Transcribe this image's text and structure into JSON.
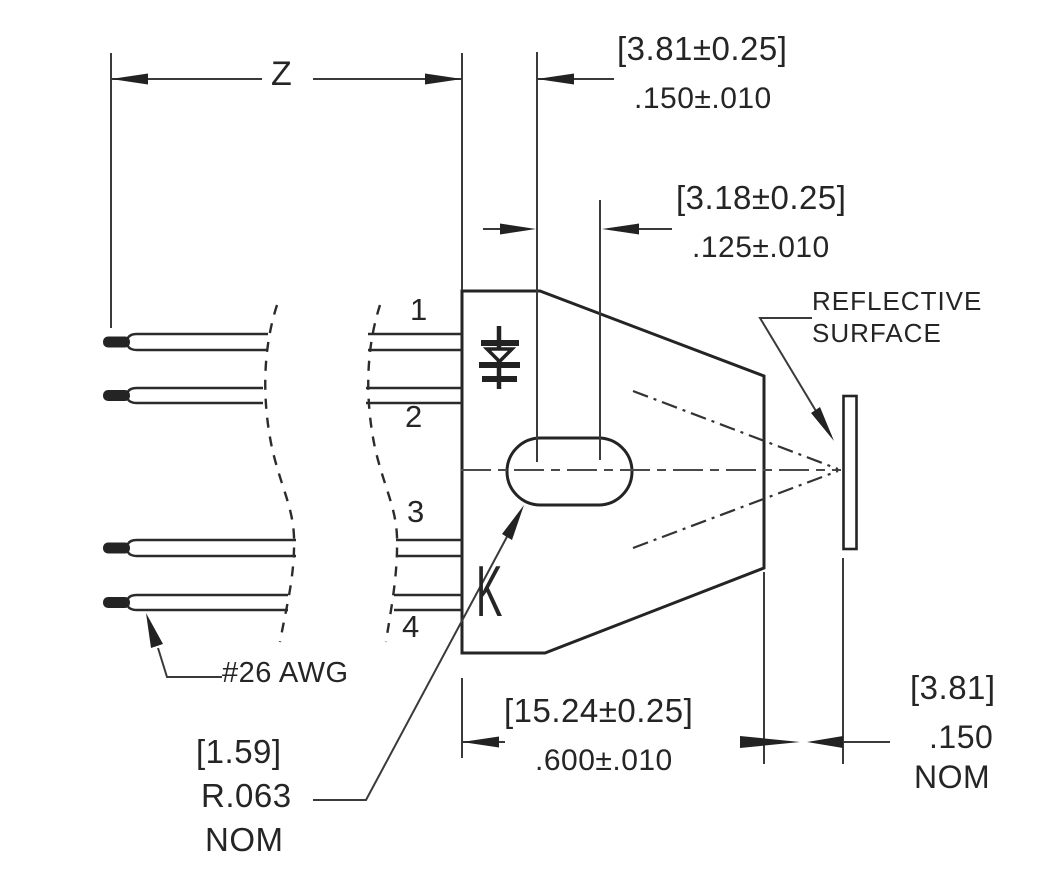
{
  "dimensions": {
    "z": {
      "label": "Z"
    },
    "lead_offset": {
      "metric": "[3.81±0.25]",
      "inch": ".150±.010"
    },
    "window_offset": {
      "metric": "[3.18±0.25]",
      "inch": ".125±.010"
    },
    "body_length": {
      "metric": "[15.24±0.25]",
      "inch": ".600±.010"
    },
    "focal_distance": {
      "metric": "[3.81]",
      "inch": ".150",
      "qualifier": "NOM"
    },
    "lens_radius": {
      "metric": "[1.59]",
      "inch": "R.063",
      "qualifier": "NOM"
    }
  },
  "labels": {
    "reflective_surface_line1": "REFLECTIVE",
    "reflective_surface_line2": "SURFACE",
    "wire_gauge": "#26 AWG",
    "cathode": "K"
  },
  "pins": [
    {
      "number": "1"
    },
    {
      "number": "2"
    },
    {
      "number": "3"
    },
    {
      "number": "4"
    }
  ],
  "colors": {
    "line": "#333333",
    "text": "#252525",
    "background": "#ffffff"
  }
}
